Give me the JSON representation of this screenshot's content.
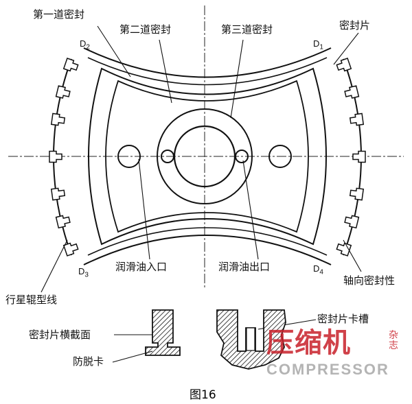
{
  "figure": {
    "caption": "图16",
    "labels": {
      "first_seal": "第一道密封",
      "second_seal": "第二道密封",
      "third_seal": "第三道密封",
      "seal_piece": "密封片",
      "lube_in": "润滑油入口",
      "lube_out": "润滑油出口",
      "axial_seal": "轴向密封性",
      "planet_profile": "行星辊型线",
      "seal_cross_section": "密封片横截面",
      "anti_release_clip": "防脱卡",
      "seal_slot": "密封片卡槽"
    },
    "corners": {
      "d1": {
        "letter": "D",
        "index": "1"
      },
      "d2": {
        "letter": "D",
        "index": "2"
      },
      "d3": {
        "letter": "D",
        "index": "3"
      },
      "d4": {
        "letter": "D",
        "index": "4"
      }
    }
  },
  "watermark": {
    "main": "压缩机",
    "side": "杂志",
    "english": "COMPRESSOR",
    "color": "#c8202a"
  }
}
